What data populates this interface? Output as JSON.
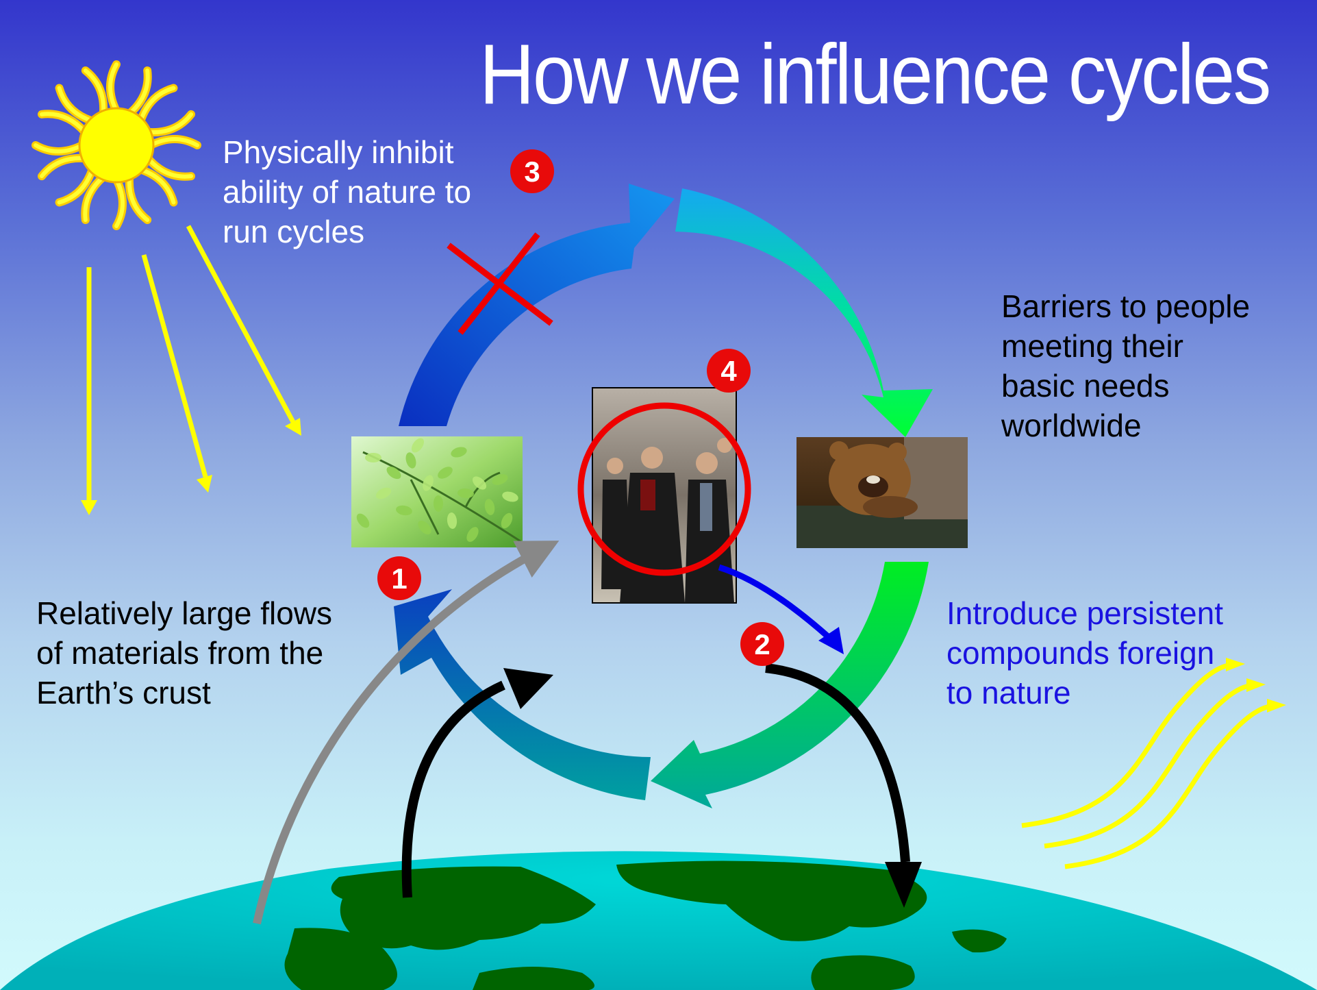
{
  "slide": {
    "title": "How we influence cycles",
    "notes": {
      "inhibit": [
        "Physically inhibit",
        "ability of nature to",
        "run cycles"
      ],
      "barriers": [
        "Barriers to people",
        "meeting their",
        "basic needs",
        "worldwide"
      ],
      "flows": [
        "Relatively large flows",
        "of materials from the",
        "Earth’s crust"
      ],
      "persistent": [
        "Introduce persistent",
        "compounds foreign",
        "to nature"
      ]
    },
    "badges": [
      "1",
      "2",
      "3",
      "4"
    ],
    "icons": {
      "sun": "sun-icon",
      "cross": "cross-mark-icon",
      "circle": "highlight-circle-icon",
      "earth": "earth-globe-icon"
    },
    "colors": {
      "badge": "#e80a0a",
      "sun_rays": "#ffff00",
      "cycle_top": "#1560e0",
      "cycle_right": "#00ee22",
      "cycle_bottom": "#00a0a0",
      "earth_land": "#006400",
      "earth_sea": "#00c0c0"
    }
  }
}
